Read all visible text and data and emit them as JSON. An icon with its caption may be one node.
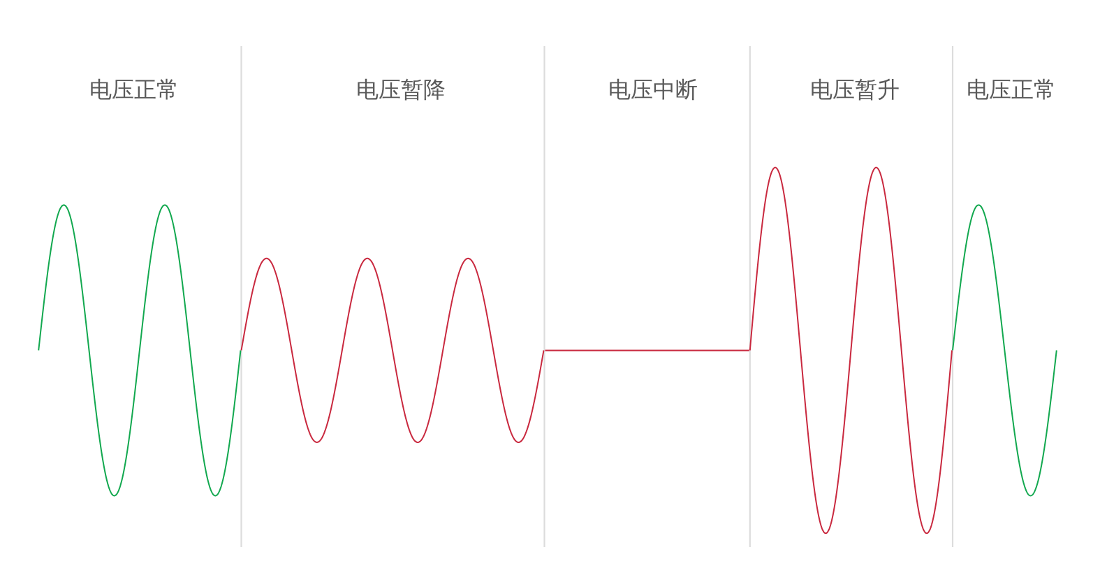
{
  "diagram": {
    "labels": [
      "电压正常",
      "电压暂降",
      "电压中断",
      "电压暂升",
      "电压正常"
    ]
  }
}
